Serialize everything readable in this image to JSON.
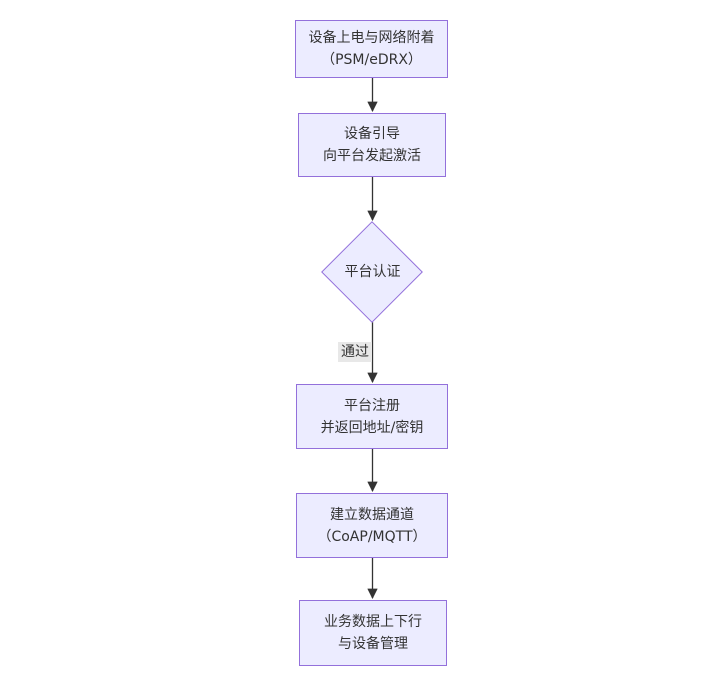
{
  "diagram": {
    "type": "flowchart",
    "direction": "top-down",
    "nodes": {
      "power_attach": {
        "shape": "rect",
        "line1": "设备上电与网络附着",
        "line2": "（PSM/eDRX）"
      },
      "bootstrap": {
        "shape": "rect",
        "line1": "设备引导",
        "line2": "向平台发起激活"
      },
      "platform_auth": {
        "shape": "diamond",
        "label": "平台认证"
      },
      "platform_register": {
        "shape": "rect",
        "line1": "平台注册",
        "line2": "并返回地址/密钥"
      },
      "data_channel": {
        "shape": "rect",
        "line1": "建立数据通道",
        "line2": "（CoAP/MQTT）"
      },
      "business_data": {
        "shape": "rect",
        "line1": "业务数据上下行",
        "line2": "与设备管理"
      }
    },
    "edges": {
      "flow": [
        {
          "from": "power_attach",
          "to": "bootstrap",
          "label": ""
        },
        {
          "from": "bootstrap",
          "to": "platform_auth",
          "label": ""
        },
        {
          "from": "platform_auth",
          "to": "platform_register",
          "label": "通过"
        },
        {
          "from": "platform_register",
          "to": "data_channel",
          "label": ""
        },
        {
          "from": "data_channel",
          "to": "business_data",
          "label": ""
        }
      ],
      "auth_pass_label": "通过"
    }
  },
  "colors": {
    "node_fill": "#ECECFF",
    "node_border": "#9370DB",
    "arrow": "#333333",
    "text": "#333333",
    "edge_label_bg": "#e8e8e8",
    "canvas_bg": "#ffffff"
  }
}
